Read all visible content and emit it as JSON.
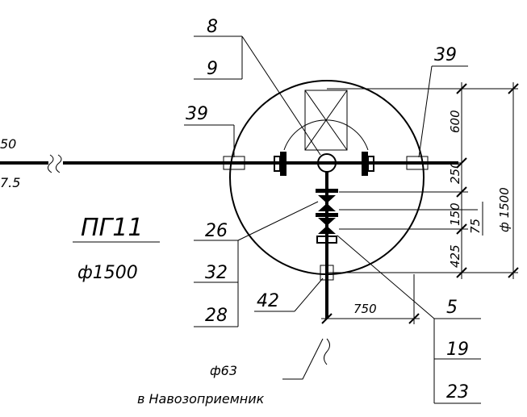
{
  "callouts": {
    "top_8": "8",
    "top_9": "9",
    "left_39": "39",
    "right_39": "39",
    "c26": "26",
    "c32": "32",
    "c28": "28",
    "c42": "42",
    "c5": "5",
    "c19": "19",
    "c23": "23"
  },
  "well": {
    "code": "ПГ11",
    "diameter": "ф1500"
  },
  "pipe": {
    "left_top": "50",
    "left_bottom": "7.5"
  },
  "outlet": {
    "diameter": "ф63",
    "destination": "в Навозоприемник"
  },
  "dimensions": {
    "d600": "600",
    "d250": "250",
    "d150": "150",
    "d425": "425",
    "d75": "75",
    "d1500": "ф 1500",
    "d750": "750"
  }
}
